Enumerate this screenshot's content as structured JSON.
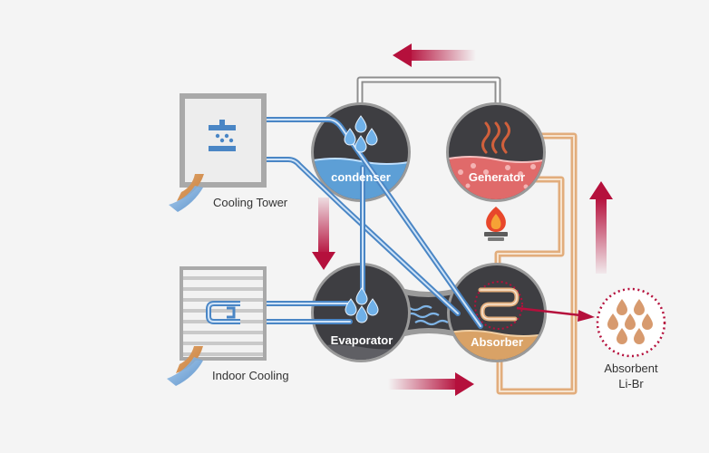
{
  "labels": {
    "cooling_tower": "Cooling Tower",
    "indoor_cooling": "Indoor Cooling",
    "condenser": "condenser",
    "generator": "Generator",
    "evaporator": "Evaporator",
    "absorber": "Absorber",
    "absorbent_line1": "Absorbent",
    "absorbent_line2": "Li-Br"
  },
  "colors": {
    "background": "#f4f4f4",
    "vessel_dark": "#3e3e42",
    "vessel_ring": "#9a9a9a",
    "water_blue": "#5d9fd6",
    "pipe_blue": "#4a86c5",
    "pipe_tan": "#e2ad7c",
    "pipe_pink": "#e9a0a0",
    "generator_fill": "#e06a6a",
    "absorber_fill": "#d9a266",
    "arrow_red": "#b5103c",
    "pipe_gray": "#9a9a9a"
  },
  "icons": [
    "water-drops-icon",
    "flame-icon",
    "burner-icon",
    "heat-waves-icon",
    "coil-icon",
    "fan-arrow-icon",
    "vapor-wave-icon",
    "flow-arrow-icon"
  ]
}
